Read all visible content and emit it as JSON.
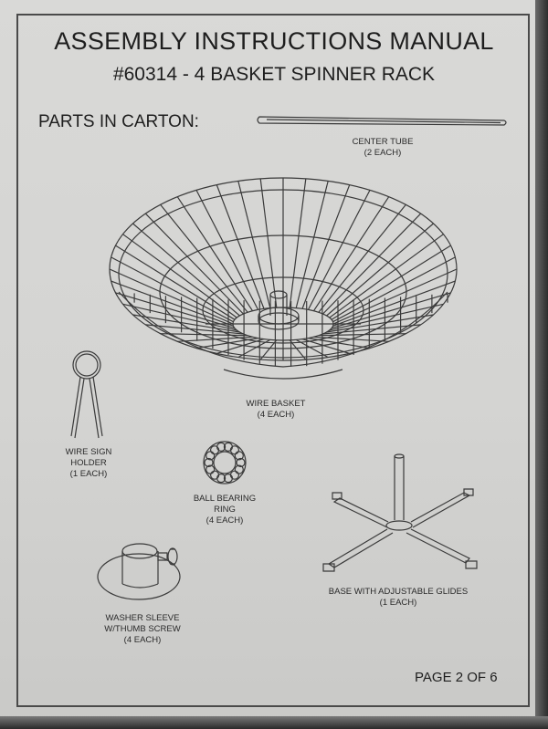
{
  "header": {
    "title": "ASSEMBLY INSTRUCTIONS MANUAL",
    "subtitle": "#60314 - 4 BASKET SPINNER RACK"
  },
  "section_heading": "PARTS IN CARTON:",
  "parts": [
    {
      "id": "center-tube",
      "name": "CENTER TUBE",
      "qty": "(2 EACH)"
    },
    {
      "id": "wire-basket",
      "name": "WIRE BASKET",
      "qty": "(4 EACH)"
    },
    {
      "id": "wire-sign-holder",
      "name": "WIRE SIGN\nHOLDER",
      "qty": "(1 EACH)"
    },
    {
      "id": "ball-bearing-ring",
      "name": "BALL BEARING\nRING",
      "qty": "(4 EACH)"
    },
    {
      "id": "base",
      "name": "BASE WITH ADJUSTABLE GLIDES",
      "qty": "(1 EACH)"
    },
    {
      "id": "washer-sleeve",
      "name": "WASHER SLEEVE\nW/THUMB SCREW",
      "qty": "(4 EACH)"
    }
  ],
  "footer": {
    "page": "PAGE 2 OF 6"
  },
  "colors": {
    "paper": "#d6d6d4",
    "ink": "#1e1e1e",
    "line_art": "#3a3a3a"
  }
}
